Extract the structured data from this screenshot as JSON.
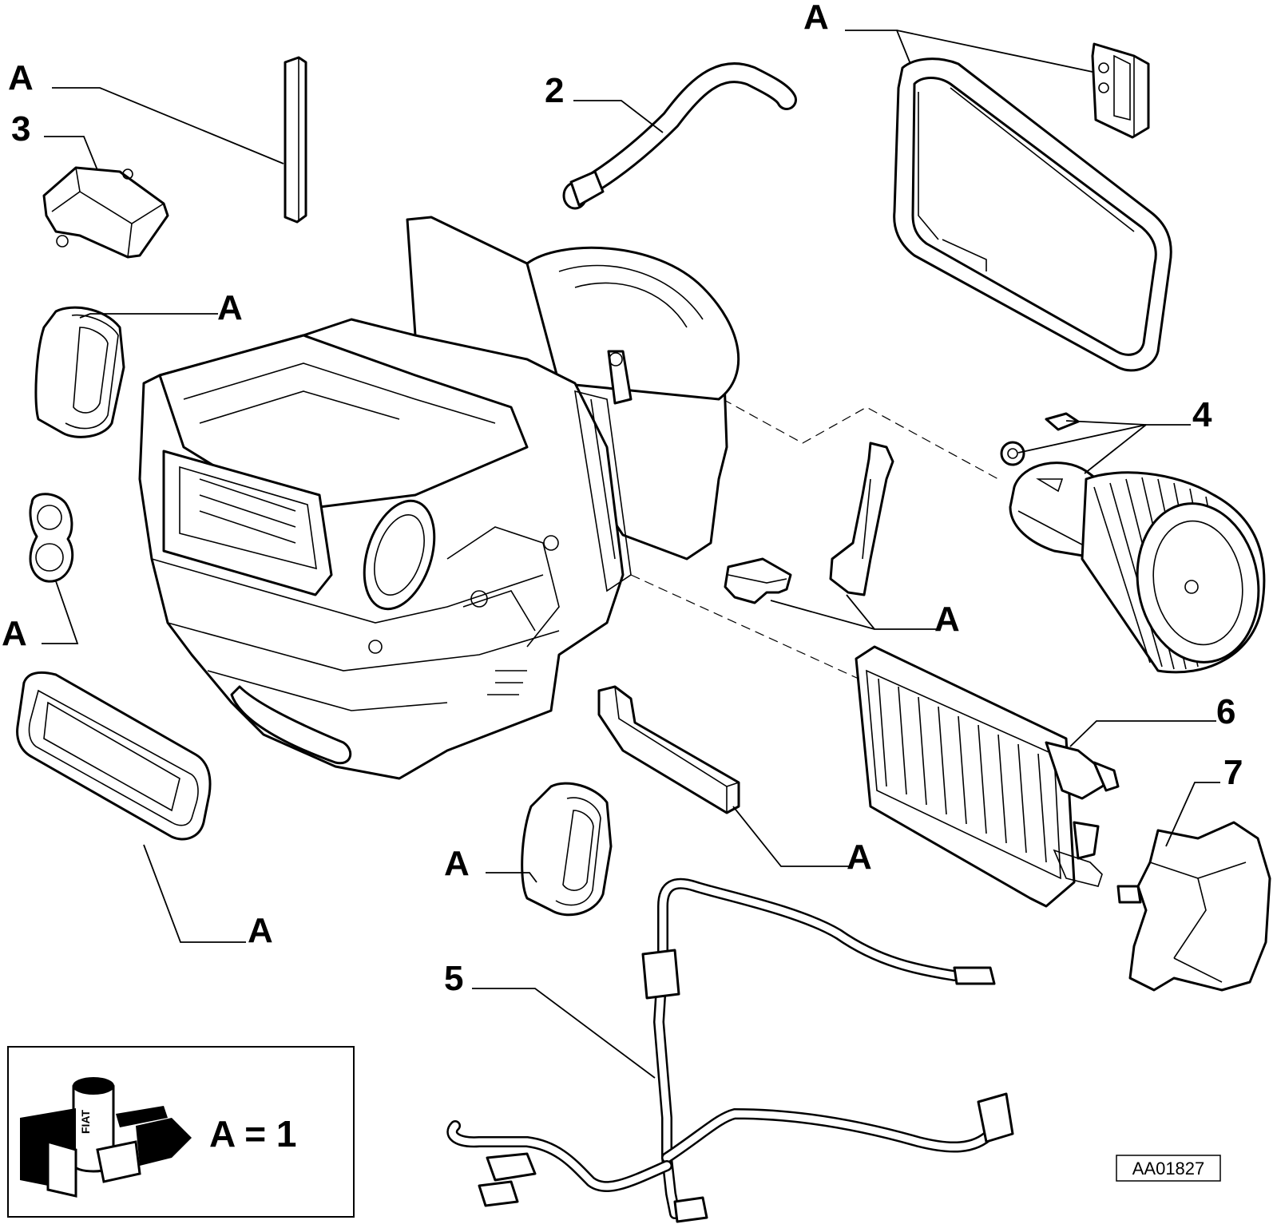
{
  "callouts": {
    "a_top_left": "A",
    "n3": "3",
    "n2": "2",
    "a_top_right": "A",
    "a_left_oval": "A",
    "a_left_gasket": "A",
    "n4": "4",
    "a_mid_seals": "A",
    "n6": "6",
    "n7": "7",
    "a_bottom_strip": "A",
    "a_bottom_oval": "A",
    "a_bottom_left": "A",
    "n5": "5"
  },
  "legend": {
    "equation": "A = 1",
    "brand": "FIAT"
  },
  "reference_code": "AA01827"
}
